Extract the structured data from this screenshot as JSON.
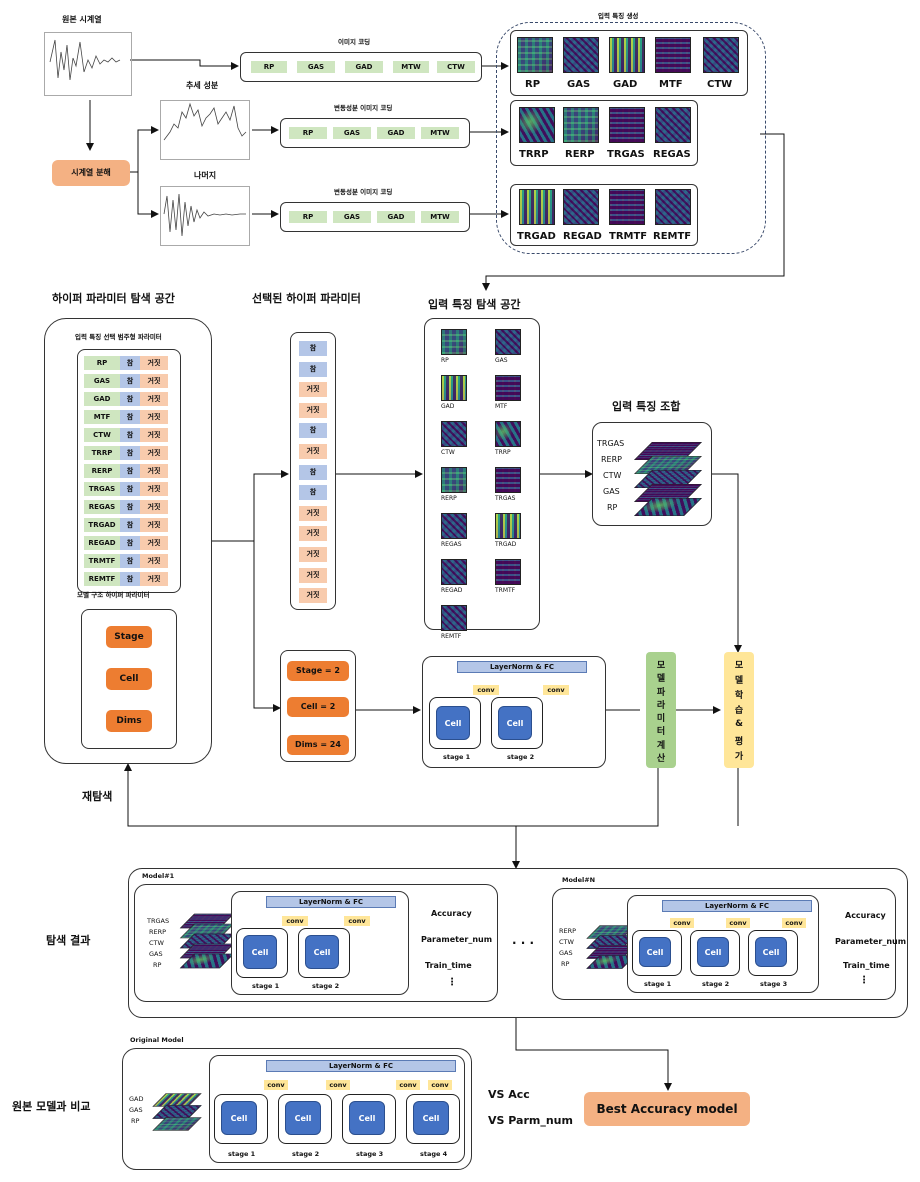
{
  "top": {
    "original_series": "원본 시계열",
    "decomp": "시계열 분해",
    "trend": "추세 성분",
    "residual": "나머지",
    "image_coding": "이미지 코딩",
    "var_image_coding_1": "변동성분 이미지 코딩",
    "var_image_coding_2": "변동성분 이미지 코딩",
    "row1_pills": [
      "RP",
      "GAS",
      "GAD",
      "MTW",
      "CTW"
    ],
    "row2_pills": [
      "RP",
      "GAS",
      "GAD",
      "MTW"
    ],
    "row3_pills": [
      "RP",
      "GAS",
      "GAD",
      "MTW"
    ],
    "feature_gen_title": "입력 특징 생성",
    "feat_row1": [
      "RP",
      "GAS",
      "GAD",
      "MTF",
      "CTW"
    ],
    "feat_row2": [
      "TRRP",
      "RERP",
      "TRGAS",
      "REGAS"
    ],
    "feat_row3": [
      "TRGAD",
      "REGAD",
      "TRMTF",
      "REMTF"
    ]
  },
  "middle": {
    "hp_space_title": "하이퍼 파라미터 탐색 공간",
    "selected_title": "선택된 하이퍼 파라미터",
    "feature_space_title": "입력 특징 탐색 공간",
    "feature_combo_title": "입력 특징 조합",
    "categorical_title": "입력 특징 선택 범주형 파라미터",
    "categorical_rows": [
      "RP",
      "GAS",
      "GAD",
      "MTF",
      "CTW",
      "TRRP",
      "RERP",
      "TRGAS",
      "REGAS",
      "TRGAD",
      "REGAD",
      "TRMTF",
      "REMTF"
    ],
    "true_label": "참",
    "false_label": "거짓",
    "model_hp_title": "모델 구조 하이퍼 파라미터",
    "model_hp_items": [
      "Stage",
      "Cell",
      "Dims"
    ],
    "selected_values": [
      "참",
      "참",
      "거짓",
      "거짓",
      "참",
      "거짓",
      "참",
      "참",
      "거짓",
      "거짓",
      "거짓",
      "거짓",
      "거짓"
    ],
    "feature_space_items": [
      "RP",
      "GAS",
      "GAD",
      "MTF",
      "CTW",
      "TRRP",
      "RERP",
      "TRGAS",
      "REGAS",
      "TRGAD",
      "REGAD",
      "TRMTF",
      "REMTF"
    ],
    "combo_labels": [
      "TRGAS",
      "RERP",
      "CTW",
      "GAS",
      "RP"
    ],
    "selected_model_hp": [
      "Stage = 2",
      "Cell = 2",
      "Dims = 24"
    ],
    "layernorm": "LayerNorm & FC",
    "conv": "conv",
    "cell": "Cell",
    "stage1": "stage 1",
    "stage2": "stage 2",
    "param_calc": [
      "모",
      "델",
      "파",
      "라",
      "미",
      "터",
      "계",
      "산"
    ],
    "train_eval": [
      "모",
      "델",
      "학",
      "습",
      "&",
      "평",
      "가"
    ],
    "research": "재탐색"
  },
  "results": {
    "title": "탐색 결과",
    "model1": "Model#1",
    "modelN": "Model#N",
    "model1_feats": [
      "TRGAS",
      "RERP",
      "CTW",
      "GAS",
      "RP"
    ],
    "modelN_feats": [
      "RERP",
      "CTW",
      "GAS",
      "RP"
    ],
    "metrics": [
      "Accuracy",
      "Parameter_num",
      "Train_time",
      "⋮"
    ],
    "ellipsis": "· · ·",
    "stage3": "stage 3"
  },
  "compare": {
    "title": "원본 모델과 비교",
    "original_model": "Original Model",
    "feats": [
      "GAD",
      "GAS",
      "RP"
    ],
    "stage4": "stage 4",
    "vs_acc": "VS Acc",
    "vs_param": "VS Parm_num",
    "best": "Best Accuracy model"
  }
}
